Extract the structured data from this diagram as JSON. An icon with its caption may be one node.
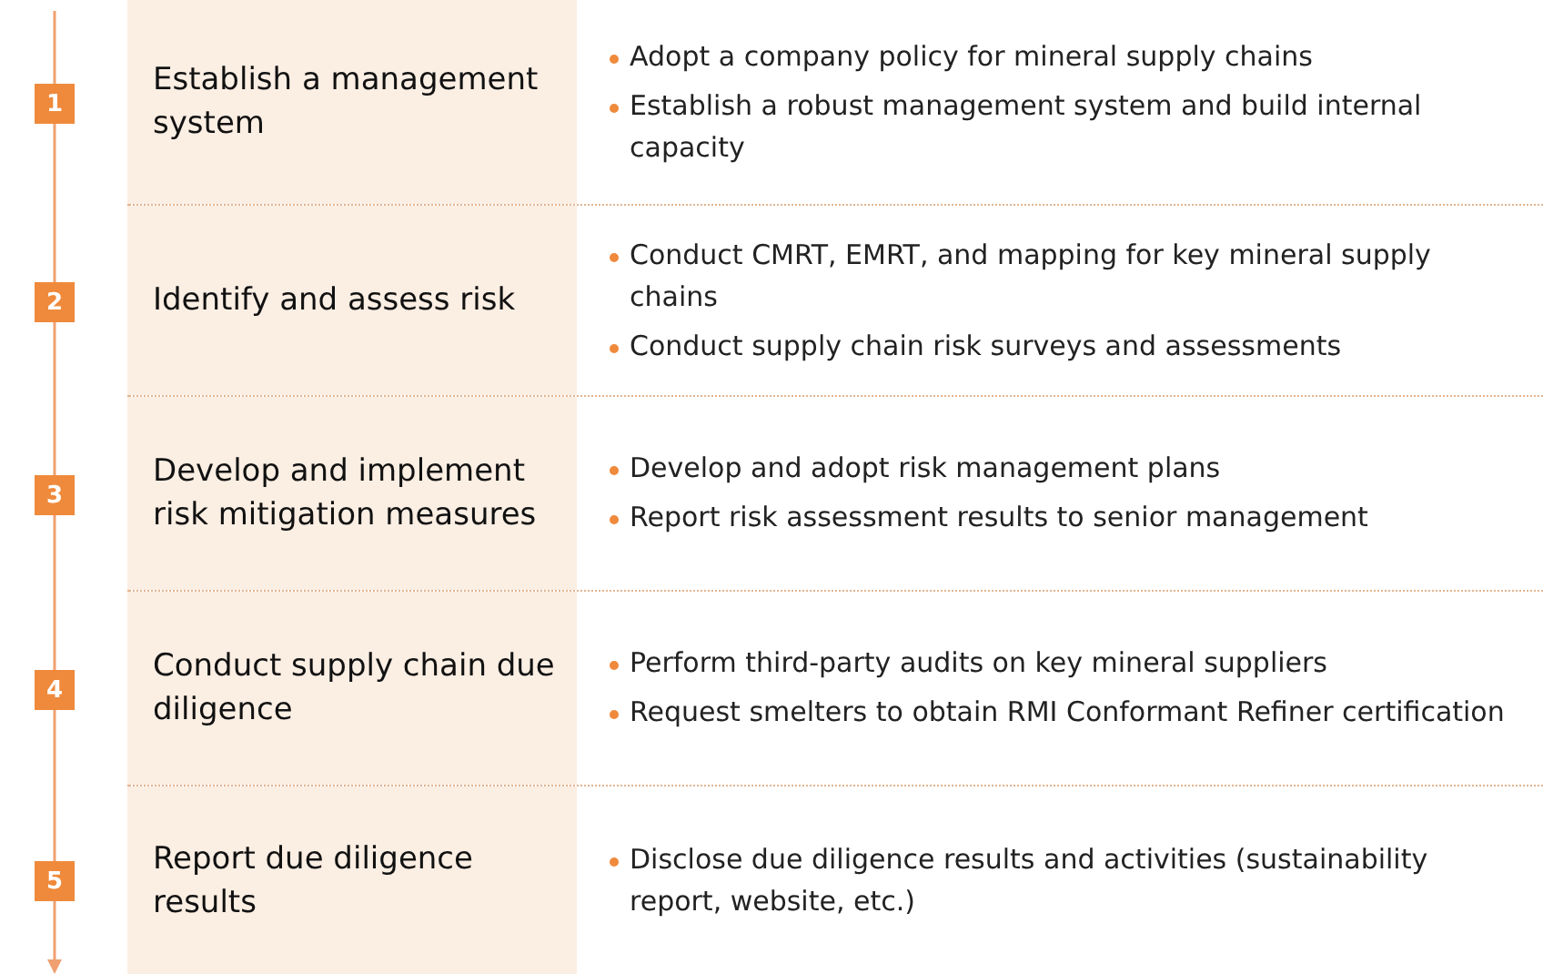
{
  "diagram": {
    "nodes": [
      {
        "text": [
          "1"
        ]
      },
      {
        "text": [
          "Establish a management system",
          "Adopt a company policy for mineral supply chains",
          "Establish a robust management system and build internal capacity"
        ]
      },
      {
        "text": [
          "2"
        ]
      },
      {
        "text": [
          "Identify and assess risk",
          "Conduct CMRT, EMRT, and mapping for key mineral supply chains",
          "Conduct supply chain risk surveys and assessments"
        ]
      },
      {
        "text": [
          "3"
        ]
      },
      {
        "text": [
          "Develop and implement risk mitigation measures",
          "Develop and adopt risk management plans",
          "Report risk assessment results to senior management"
        ]
      },
      {
        "text": [
          "4"
        ]
      },
      {
        "text": [
          "Conduct supply chain due diligence",
          "Perform third-party audits on key mineral suppliers",
          "Request smelters to obtain RMI Conformant Refiner certification"
        ]
      },
      {
        "text": [
          "5"
        ]
      },
      {
        "text": [
          "Report due diligence results",
          "Disclose due diligence results and activities (sustainability report, website, etc.)"
        ]
      }
    ],
    "edges": [
      {
        "from": null,
        "to": 0,
        "arrow": "none"
      },
      {
        "from": 0,
        "to": 2,
        "arrow": "none"
      },
      {
        "from": 2,
        "to": 4,
        "arrow": "none"
      },
      {
        "from": 4,
        "to": 6,
        "arrow": "none"
      },
      {
        "from": 6,
        "to": 8,
        "arrow": "none"
      },
      {
        "from": 8,
        "to": null,
        "arrow": "to"
      }
    ]
  }
}
